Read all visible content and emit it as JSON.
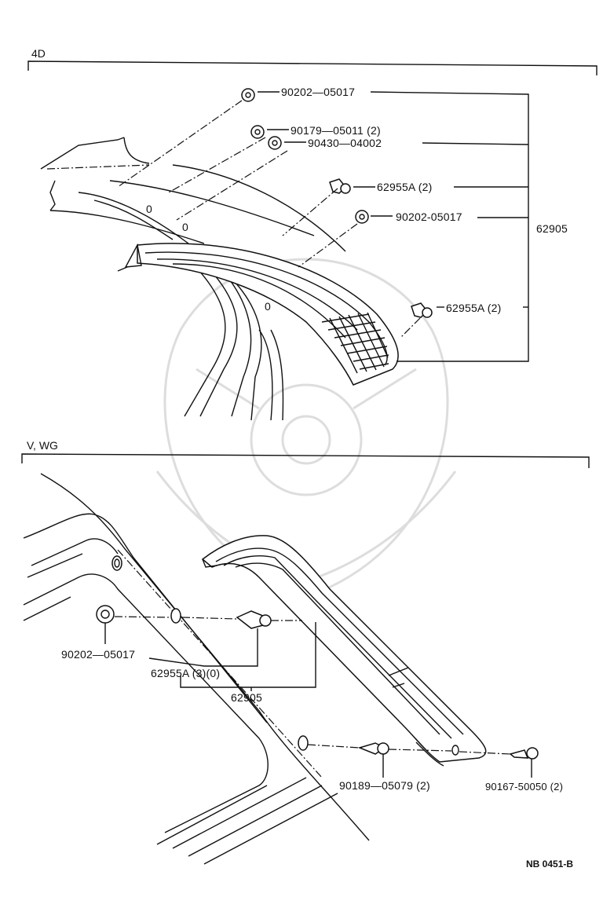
{
  "sections": {
    "top": {
      "title": "4D"
    },
    "bottom": {
      "title": "V, WG"
    }
  },
  "top_labels": {
    "p1": "90202—05017",
    "p2": "90179—05011 (2)",
    "p3": "90430—04002",
    "p4": "62955A (2)",
    "p5": "90202-05017",
    "p6": "62905",
    "p7": "62955A (2)"
  },
  "bottom_labels": {
    "p1": "90202—05017",
    "p2": "62955A (3)(0)",
    "p3": "62905",
    "p4": "90189—05079 (2)",
    "p5": "90167-50050 (2)"
  },
  "drawing_code": "NB 0451-B"
}
